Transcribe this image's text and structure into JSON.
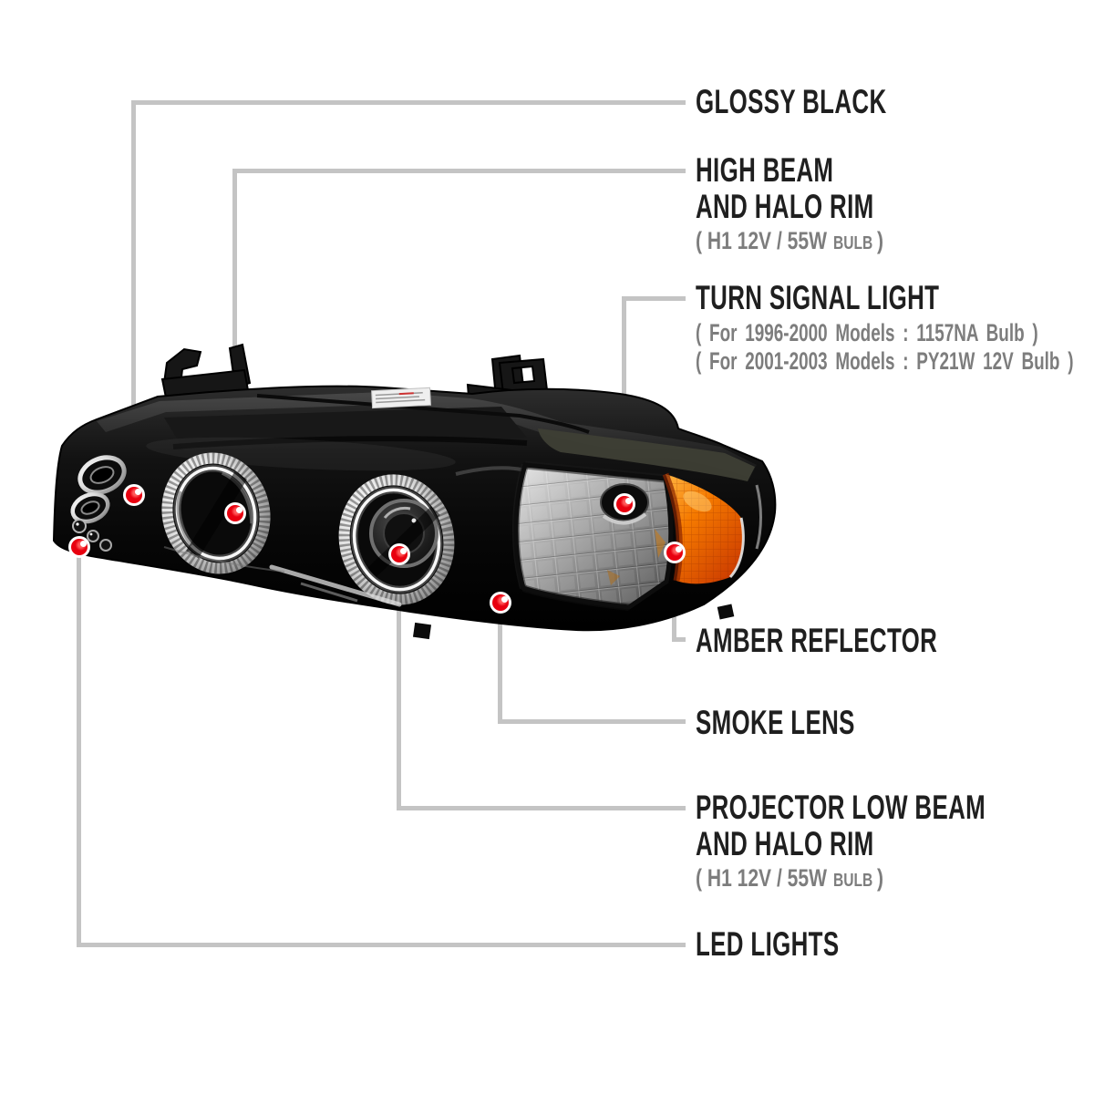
{
  "figure": {
    "kind": "product-callout-diagram",
    "subject": "glossy black halo projector headlight"
  },
  "colors": {
    "background": "#ffffff",
    "label_text": "#1f1f1f",
    "label_muted": "#7d7d7d",
    "connector_gray": "#c4c4c4",
    "marker_red": "#e8000f",
    "amber_reflector": "#f07000",
    "housing_black": "#0a0a0a",
    "smoke_lens_gray": "#9f9f9f"
  },
  "callouts": [
    {
      "id": "glossy-black",
      "title": "GLOSSY BLACK"
    },
    {
      "id": "high-beam",
      "title": "HIGH BEAM",
      "title2": "AND HALO RIM",
      "bulb_prefix": "( H1 12V / 55W",
      "bulb_small": "BULB",
      "bulb_suffix": ")"
    },
    {
      "id": "turn-signal",
      "title": "TURN SIGNAL LIGHT",
      "sub1": "( For 1996-2000 Models : 1157NA Bulb )",
      "sub2": "( For 2001-2003 Models : PY21W 12V Bulb )"
    },
    {
      "id": "amber-reflector",
      "title": "AMBER REFLECTOR"
    },
    {
      "id": "smoke-lens",
      "title": "SMOKE LENS"
    },
    {
      "id": "projector-low-beam",
      "title": "PROJECTOR LOW BEAM",
      "title2": "AND HALO RIM",
      "bulb_prefix": "( H1 12V / 55W",
      "bulb_small": "BULB",
      "bulb_suffix": ")"
    },
    {
      "id": "led-lights",
      "title": "LED LIGHTS"
    }
  ]
}
